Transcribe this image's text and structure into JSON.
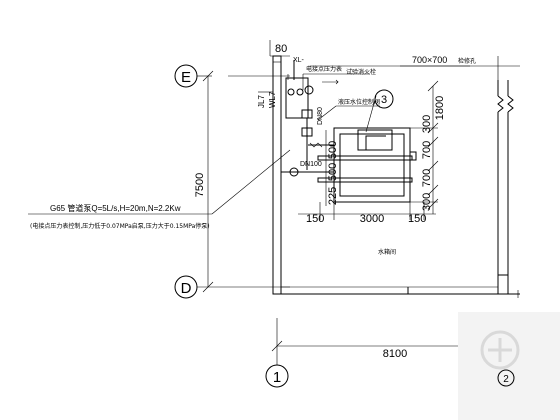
{
  "grid": {
    "e": "E",
    "d": "D",
    "one": "1",
    "two": "2"
  },
  "dims": {
    "v7500": "7500",
    "h8100": "8100",
    "top80": "80",
    "r1800": "1800",
    "r300a": "300",
    "r700a": "700",
    "r700b": "700",
    "r300b": "300",
    "l500a": "500",
    "l500b": "500",
    "l225": "225",
    "b150a": "150",
    "b3000": "3000",
    "b150b": "150"
  },
  "labels": {
    "xl": "XL-",
    "pressure_switch": "电接点压力表",
    "test_hydrant": "试验消火栓",
    "jl7": "JL7",
    "wl7": "WL7",
    "dn80": "DN80",
    "dn100": "DN100",
    "access_hole_size": "700×700",
    "access_hole": "检修孔",
    "level_control": "液压水位控制阀",
    "detail_index": "3",
    "room": "水箱间"
  },
  "note": {
    "line1": "G65 管道泵Q=5L/s,H=20m,N=2.2Kw",
    "line2": "(电接点压力表控制,压力低于0.07MPa启泵,压力大于0.15MPa停泵)"
  }
}
